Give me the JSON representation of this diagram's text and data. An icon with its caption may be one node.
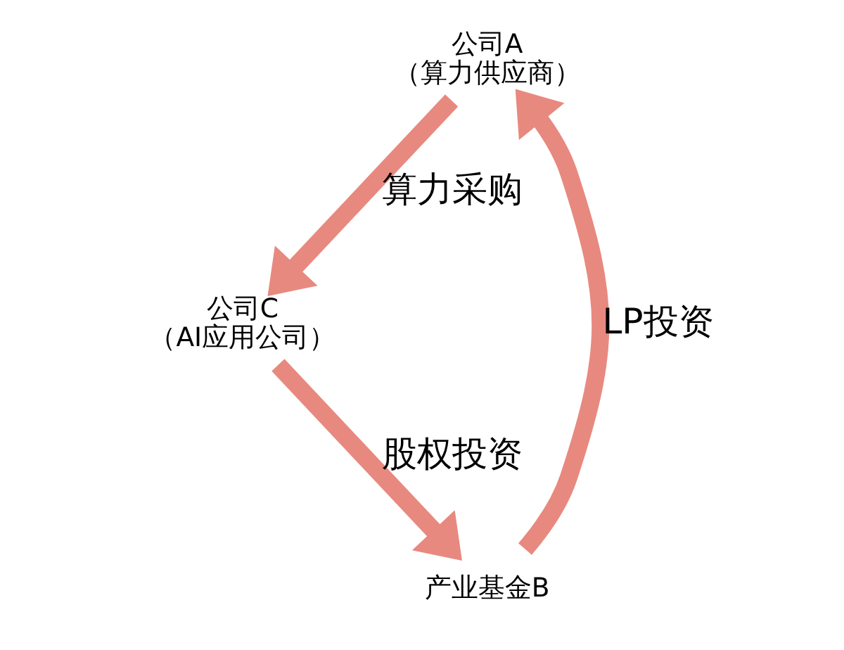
{
  "diagram": {
    "nodes": [
      {
        "text": [
          "公司A",
          "（算力供应商）"
        ]
      },
      {
        "text": [
          "公司C",
          "（AI应用公司）"
        ]
      },
      {
        "text": [
          "产业基金B"
        ]
      }
    ],
    "edges": [
      {
        "from": 0,
        "to": 1,
        "arrow": "to",
        "label": "算力采购"
      },
      {
        "from": 1,
        "to": 2,
        "arrow": "to",
        "label": "股权投资"
      },
      {
        "from": 2,
        "to": 0,
        "arrow": "to",
        "label": "LP投资"
      }
    ]
  }
}
